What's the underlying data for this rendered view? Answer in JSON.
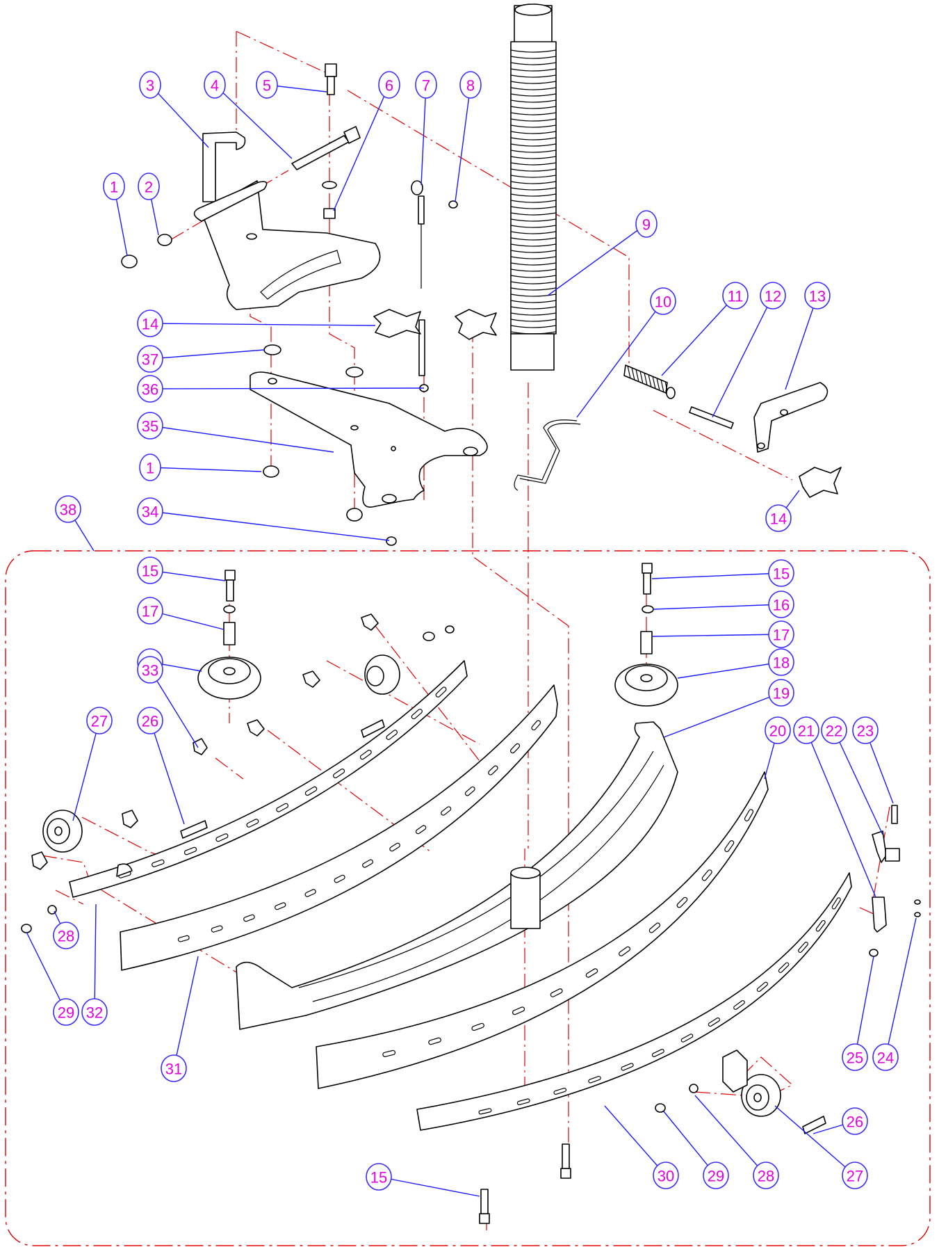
{
  "diagram": {
    "colors": {
      "callout_text": "#e000e0",
      "callout_ring": "#3a2cff",
      "leader_line": "#1a1aff",
      "center_line": "#e00000",
      "part_line": "#000000"
    },
    "callouts": [
      {
        "id": "c1a",
        "label": "1"
      },
      {
        "id": "c2",
        "label": "2"
      },
      {
        "id": "c3",
        "label": "3"
      },
      {
        "id": "c4",
        "label": "4"
      },
      {
        "id": "c5",
        "label": "5"
      },
      {
        "id": "c6",
        "label": "6"
      },
      {
        "id": "c7",
        "label": "7"
      },
      {
        "id": "c8",
        "label": "8"
      },
      {
        "id": "c9",
        "label": "9"
      },
      {
        "id": "c10",
        "label": "10"
      },
      {
        "id": "c11",
        "label": "11"
      },
      {
        "id": "c12",
        "label": "12"
      },
      {
        "id": "c13",
        "label": "13"
      },
      {
        "id": "c14a",
        "label": "14"
      },
      {
        "id": "c14b",
        "label": "14"
      },
      {
        "id": "c37",
        "label": "37"
      },
      {
        "id": "c36",
        "label": "36"
      },
      {
        "id": "c35",
        "label": "35"
      },
      {
        "id": "c1b",
        "label": "1"
      },
      {
        "id": "c34",
        "label": "34"
      },
      {
        "id": "c38",
        "label": "38"
      },
      {
        "id": "c15a",
        "label": "15"
      },
      {
        "id": "c17a",
        "label": "17"
      },
      {
        "id": "c18a",
        "label": "18"
      },
      {
        "id": "c33",
        "label": "33"
      },
      {
        "id": "c27a",
        "label": "27"
      },
      {
        "id": "c26a",
        "label": "26"
      },
      {
        "id": "c15b",
        "label": "15"
      },
      {
        "id": "c16",
        "label": "16"
      },
      {
        "id": "c17b",
        "label": "17"
      },
      {
        "id": "c18b",
        "label": "18"
      },
      {
        "id": "c19",
        "label": "19"
      },
      {
        "id": "c20",
        "label": "20"
      },
      {
        "id": "c21",
        "label": "21"
      },
      {
        "id": "c22",
        "label": "22"
      },
      {
        "id": "c23",
        "label": "23"
      },
      {
        "id": "c28a",
        "label": "28"
      },
      {
        "id": "c29a",
        "label": "29"
      },
      {
        "id": "c32",
        "label": "32"
      },
      {
        "id": "c31",
        "label": "31"
      },
      {
        "id": "c25",
        "label": "25"
      },
      {
        "id": "c24",
        "label": "24"
      },
      {
        "id": "c26b",
        "label": "26"
      },
      {
        "id": "c27b",
        "label": "27"
      },
      {
        "id": "c15c",
        "label": "15"
      },
      {
        "id": "c30",
        "label": "30"
      },
      {
        "id": "c29b",
        "label": "29"
      },
      {
        "id": "c28b",
        "label": "28"
      }
    ]
  }
}
